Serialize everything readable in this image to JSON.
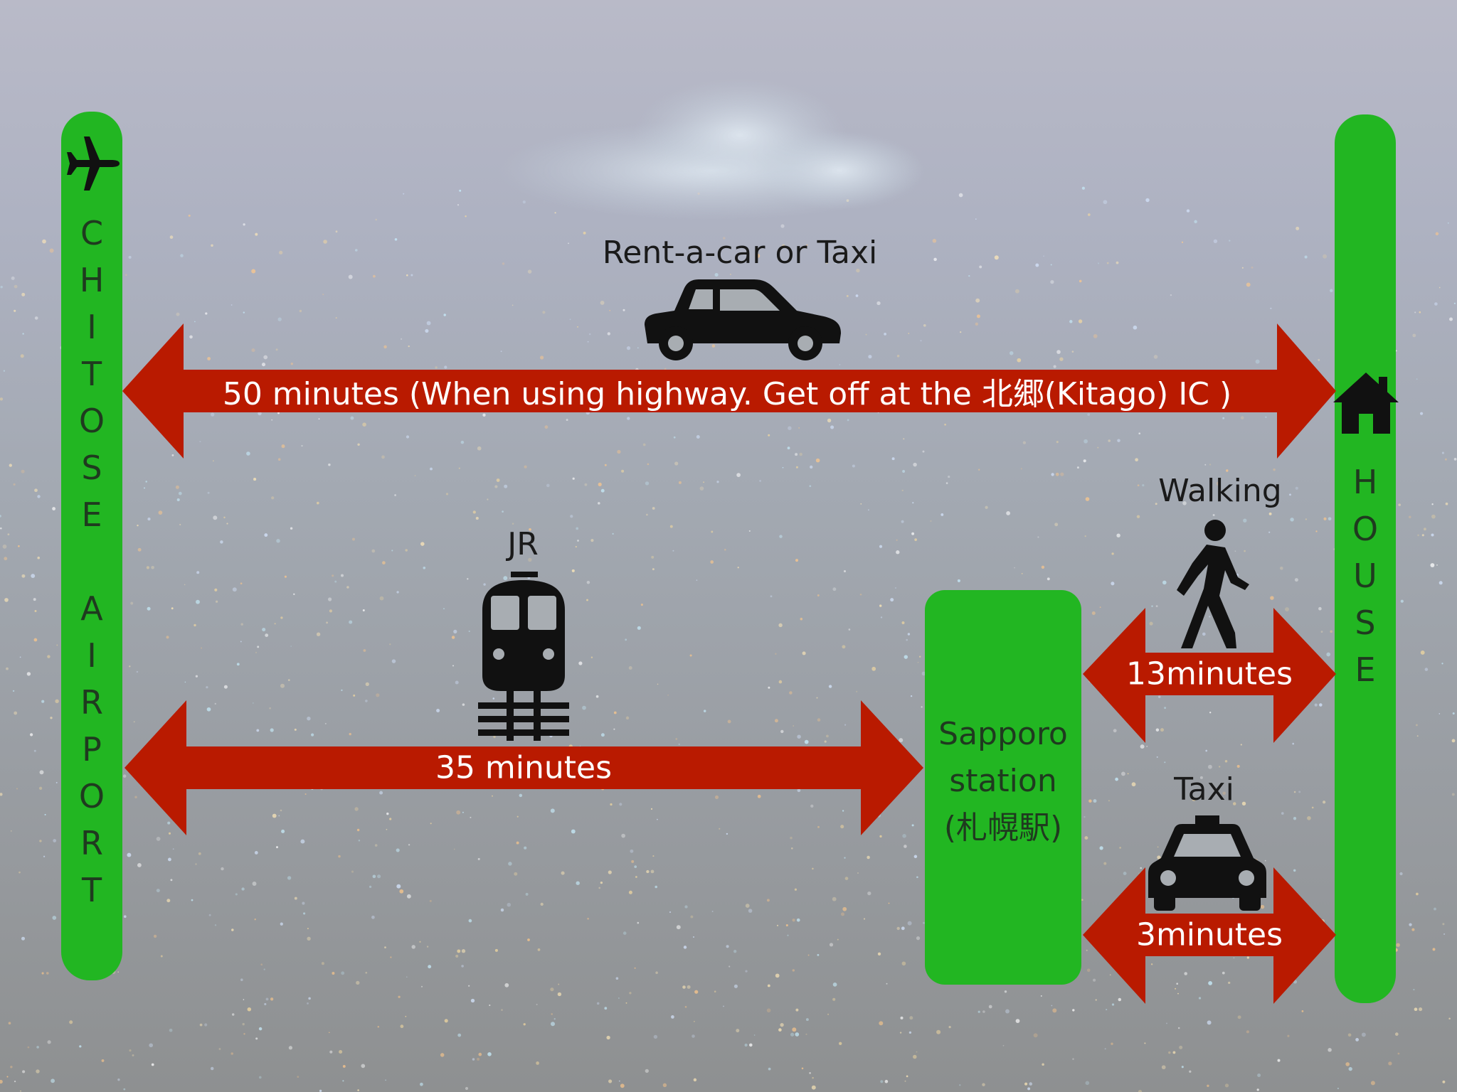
{
  "colors": {
    "green": "#22b622",
    "red": "#b91a00",
    "bg_top": "#b4b6c4",
    "bg_bottom": "#8d8f92"
  },
  "airport": {
    "letters_line1": [
      "C",
      "H",
      "I",
      "T",
      "O",
      "S",
      "E"
    ],
    "letters_line2": [
      "A",
      "I",
      "R",
      "P",
      "O",
      "R",
      "T"
    ],
    "icon": "airplane-icon"
  },
  "house": {
    "letters": [
      "H",
      "O",
      "U",
      "S",
      "E"
    ],
    "icon": "house-icon"
  },
  "station": {
    "line1": "Sapporo",
    "line2": "station",
    "line3": "(札幌駅)"
  },
  "routes": {
    "car": {
      "mode": "Rent-a-car or Taxi",
      "time": "50 minutes (When using highway. Get off at the 北郷(Kitago) IC )",
      "icon": "car-icon"
    },
    "train": {
      "mode": "JR",
      "time": "35 minutes",
      "icon": "train-icon"
    },
    "walk": {
      "mode": "Walking",
      "time": "13minutes",
      "icon": "walking-person-icon"
    },
    "taxi": {
      "mode": "Taxi",
      "time": "3minutes",
      "icon": "taxi-icon"
    }
  }
}
